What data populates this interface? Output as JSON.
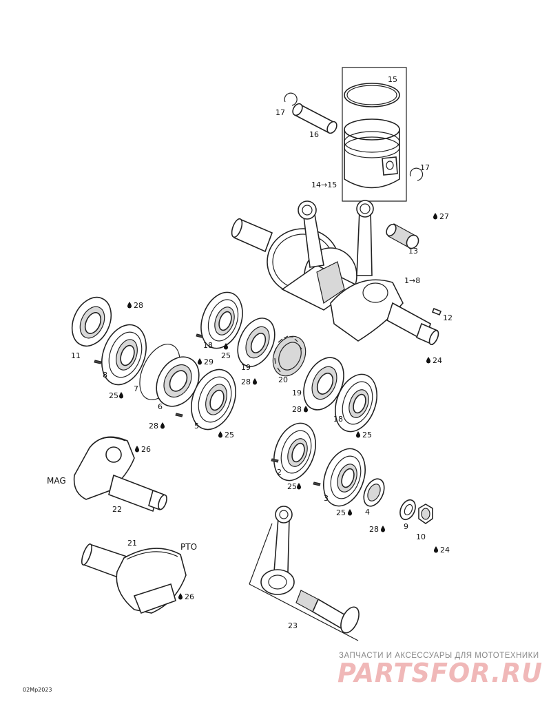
{
  "diagram": {
    "drawing_code": "02Mp2023",
    "callouts": {
      "c1": "1→8",
      "c2": "2",
      "c3": "3",
      "c4": "4",
      "c5": "5",
      "c6": "6",
      "c7": "7",
      "c8": "8",
      "c9": "9",
      "c10": "10",
      "c11": "11",
      "c12": "12",
      "c13": "13",
      "c14": "14→15",
      "c15": "15",
      "c16": "16",
      "c17a": "17",
      "c17b": "17",
      "c18a": "18",
      "c18b": "18",
      "c19a": "19",
      "c19b": "19",
      "c20": "20",
      "c21": "21",
      "c22": "22",
      "c23": "23",
      "l24a": "24",
      "l24b": "24",
      "l25a": "25",
      "l25b": "25",
      "l25c": "25",
      "l25d": "25",
      "l25e": "25",
      "l25f": "25",
      "l26a": "26",
      "l26b": "26",
      "l27": "27",
      "l28a": "28",
      "l28b": "28",
      "l28c": "28",
      "l28d": "28",
      "l28e": "28",
      "l29": "29"
    },
    "side_labels": {
      "mag": "MAG",
      "pto": "PTO"
    }
  },
  "watermark": {
    "tagline": "ЗАПЧАСТИ И АКСЕССУАРЫ ДЛЯ МОТОТЕХНИКИ",
    "logo": "PARTSFOR.RU"
  },
  "colors": {
    "line": "#222222",
    "watermark_logo": "#f0b8b8",
    "watermark_text": "#8a8a8a"
  }
}
